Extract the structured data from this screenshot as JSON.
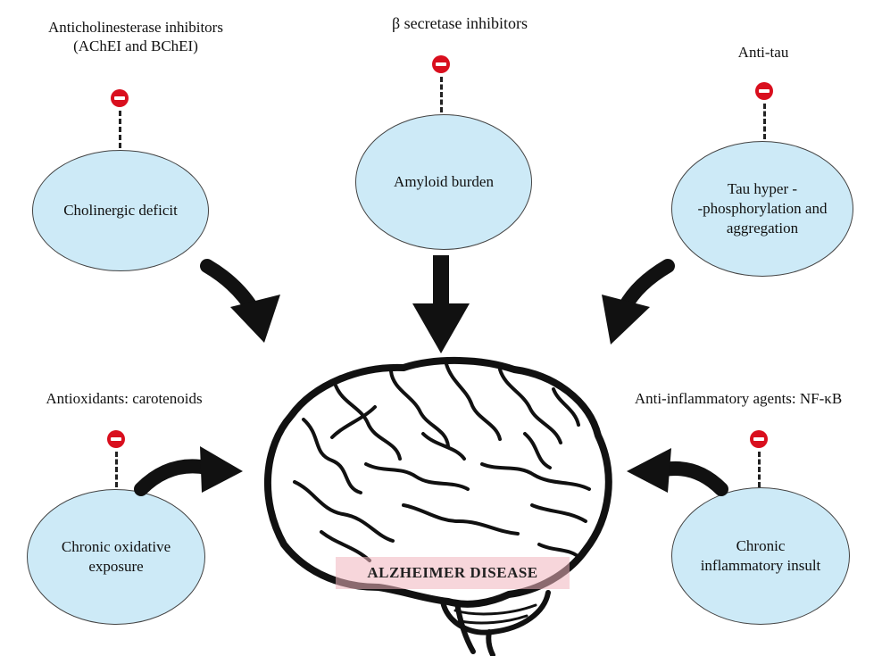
{
  "inhibitors": {
    "anticholinesterase_line1": "Anticholinesterase inhibitors",
    "anticholinesterase_line2": "(AChEI and BChEI)",
    "beta_secretase": "β secretase inhibitors",
    "anti_tau": "Anti-tau",
    "antioxidants": "Antioxidants: carotenoids",
    "anti_inflammatory": "Anti-inflammatory agents: NF-κB"
  },
  "causes": {
    "cholinergic": "Cholinergic deficit",
    "amyloid": "Amyloid burden",
    "tau_line1": "Tau hyper -",
    "tau_line2": "-phosphorylation and",
    "tau_line3": "aggregation",
    "oxidative_line1": "Chronic oxidative",
    "oxidative_line2": "exposure",
    "inflammatory_line1": "Chronic",
    "inflammatory_line2": "inflammatory insult"
  },
  "center": {
    "disease": "ALZHEIMER DISEASE"
  },
  "colors": {
    "node_fill": "#cdeaf7",
    "inhibit_red": "#d90f1e",
    "highlight": "#f0b4be"
  }
}
